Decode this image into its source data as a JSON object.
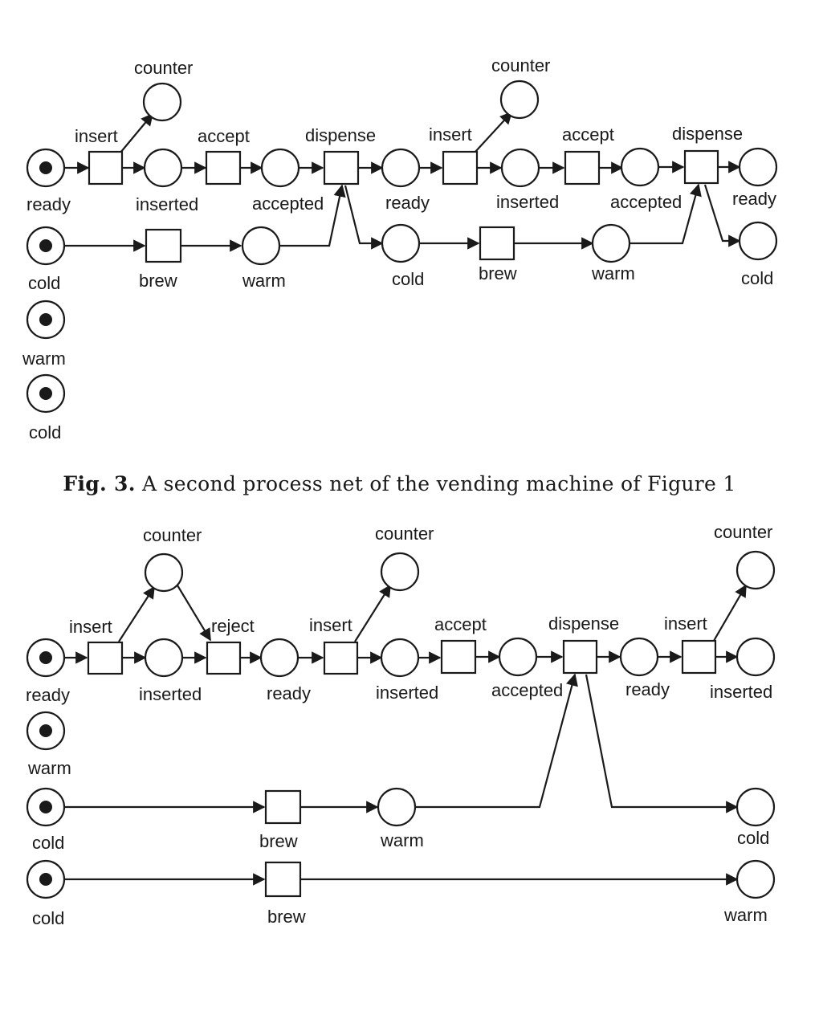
{
  "fig3_top": {
    "lbl_counter_1": "counter",
    "lbl_counter_2": "counter",
    "lbl_insert_1": "insert",
    "lbl_accept_1": "accept",
    "lbl_dispense_1": "dispense",
    "lbl_insert_2": "insert",
    "lbl_accept_2": "accept",
    "lbl_dispense_2": "dispense",
    "lbl_ready_0": "ready",
    "lbl_inserted_1": "inserted",
    "lbl_accepted_1": "accepted",
    "lbl_ready_1": "ready",
    "lbl_inserted_2": "inserted",
    "lbl_accepted_2": "accepted",
    "lbl_ready_2": "ready",
    "lbl_cold_0": "cold",
    "lbl_brew_1": "brew",
    "lbl_warm_1": "warm",
    "lbl_cold_1": "cold",
    "lbl_brew_2": "brew",
    "lbl_warm_2": "warm",
    "lbl_cold_2": "cold",
    "lbl_warm_init": "warm",
    "lbl_cold_init": "cold"
  },
  "caption": {
    "label": "Fig. 3.",
    "text": "A second process net of the vending machine of Figure 1"
  },
  "fig_bottom": {
    "lbl_counter_a": "counter",
    "lbl_counter_b": "counter",
    "lbl_counter_c": "counter",
    "lbl_insert_a": "insert",
    "lbl_reject": "reject",
    "lbl_insert_b": "insert",
    "lbl_accept": "accept",
    "lbl_dispense": "dispense",
    "lbl_insert_c": "insert",
    "lbl_ready_0": "ready",
    "lbl_inserted_a": "inserted",
    "lbl_ready_1": "ready",
    "lbl_inserted_b": "inserted",
    "lbl_accepted": "accepted",
    "lbl_ready_2": "ready",
    "lbl_inserted_c": "inserted",
    "lbl_warm_0": "warm",
    "lbl_cold_a0": "cold",
    "lbl_brew_a": "brew",
    "lbl_warm_a": "warm",
    "lbl_cold_a1": "cold",
    "lbl_cold_b0": "cold",
    "lbl_brew_b": "brew",
    "lbl_warm_b": "warm"
  }
}
